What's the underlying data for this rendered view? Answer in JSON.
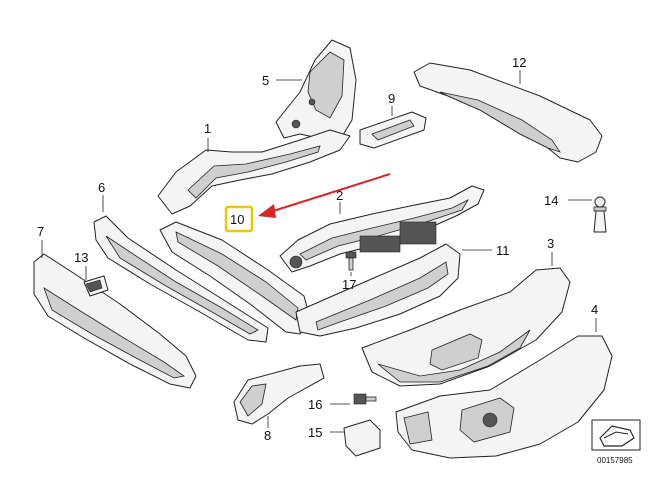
{
  "callouts": {
    "c1": "1",
    "c2": "2",
    "c3": "3",
    "c4": "4",
    "c5": "5",
    "c6": "6",
    "c7": "7",
    "c8": "8",
    "c9": "9",
    "c10": "10",
    "c11": "11",
    "c12": "12",
    "c13": "13",
    "c14": "14",
    "c15": "15",
    "c16": "16",
    "c17": "17"
  },
  "highlight": {
    "callout": "10",
    "box_color": "#e5c800",
    "arrow_color": "#d6262a"
  },
  "document_number": "00157985",
  "icon": "seat-outline-icon"
}
